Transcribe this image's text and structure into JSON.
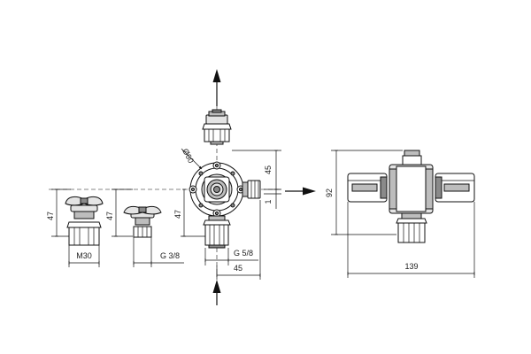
{
  "dimensions": {
    "height_standard_valve": "47",
    "height_small_valve": "47",
    "height_housing_side": "47",
    "thread_large": "M30",
    "thread_small": "G 3/8",
    "thread_outlet": "G 5/8",
    "diameter": "Ø60",
    "height_top": "45",
    "offset": "1",
    "width_outlet": "45",
    "side_height": "92",
    "side_width": "139"
  },
  "flow_arrows": {
    "top": "up",
    "bottom": "up",
    "right": "right"
  }
}
